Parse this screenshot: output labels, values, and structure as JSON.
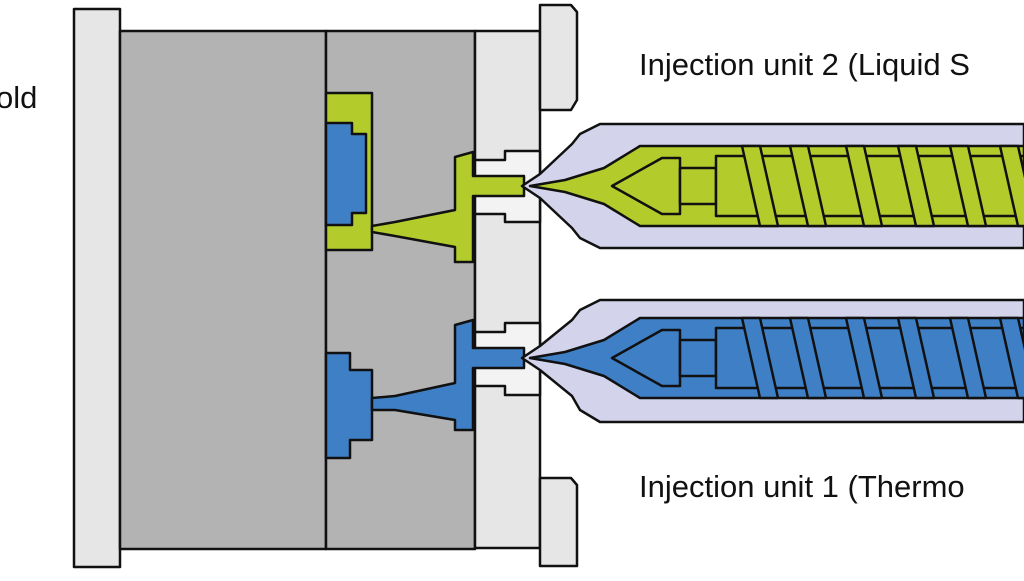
{
  "labels": {
    "mold": "old",
    "unit2": "Injection unit 2 (Liquid S",
    "unit1": "Injection unit 1 (Thermo"
  },
  "colors": {
    "outline": "#111111",
    "platen": "#e6e6e6",
    "mold_plate": "#b3b3b3",
    "liquid_material": "#b3cc2b",
    "thermo_material": "#3f7fc6",
    "barrel": "#d3d4ec"
  }
}
